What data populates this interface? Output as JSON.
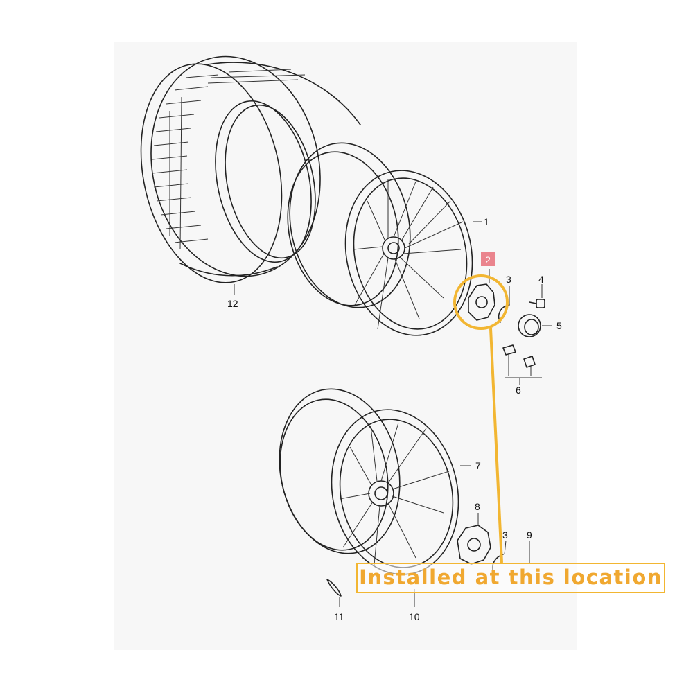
{
  "callout": {
    "text": "Installed at this location",
    "color": "#f2b632"
  },
  "highlight": {
    "part_number": "2",
    "marker_color": "#e8707a",
    "ring_color": "#f2b632"
  },
  "part_labels": {
    "p1": "1",
    "p3a": "3",
    "p4": "4",
    "p5": "5",
    "p6": "6",
    "p7": "7",
    "p8": "8",
    "p3b": "3",
    "p9": "9",
    "p10": "10",
    "p11": "11",
    "p12": "12"
  }
}
